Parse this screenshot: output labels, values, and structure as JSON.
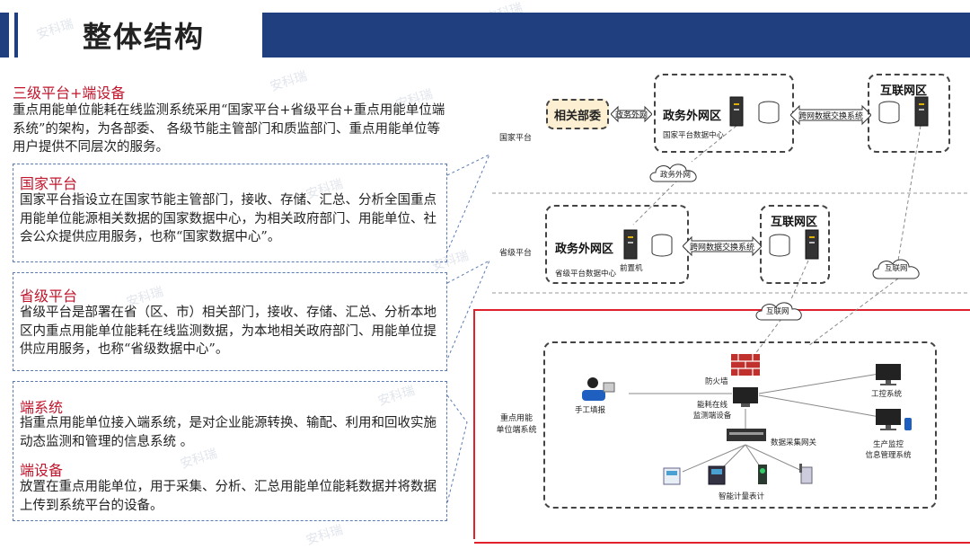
{
  "header": {
    "title": "整体结构"
  },
  "watermark": "安科瑞",
  "intro": {
    "title": "三级平台+端设备",
    "text": "重点用能单位能耗在线监测系统采用“国家平台+省级平台+重点用能单位端系统”的架构，为各部委、 各级节能主管部门和质监部门、重点用能单位等用户提供不同层次的服务。"
  },
  "national": {
    "title": "国家平台",
    "text": "国家平台指设立在国家节能主管部门，接收、存储、汇总、分析全国重点用能单位能源相关数据的国家数据中心，为相关政府部门、用能单位、社会公众提供应用服务，也称“国家数据中心”。"
  },
  "provincial": {
    "title": "省级平台",
    "text": "省级平台是部署在省（区、市）相关部门，接收、存储、汇总、分析本地区内重点用能单位能耗在线监测数据，为本地相关政府部门、用能单位提供应用服务，也称“省级数据中心”。"
  },
  "end_system": {
    "title": "端系统",
    "text": "指重点用能单位接入端系统，是对企业能源转换、输配、利用和回收实施动态监测和管理的信息系统 。"
  },
  "end_device": {
    "title": "端设备",
    "text": "放置在重点用能单位，用于采集、分析、汇总用能单位能耗数据并将数据上传到系统平台的设备。"
  },
  "diagram": {
    "levels": {
      "national": "国家平台",
      "provincial": "省级平台",
      "unit": "重点用能\n单位端系统"
    },
    "related_dept": "相关部委",
    "gov_net_link": "政务外网",
    "gov_zone": "政务外网区",
    "internet_zone": "互联网区",
    "national_dc": "国家平台数据中心",
    "provincial_dc": "省级平台数据中心",
    "front_machine": "前置机",
    "cross_exchange": "跨网数据交换系统",
    "cloud_gov": "政务外网",
    "cloud_internet": "互联网",
    "cloud_internet2": "互联网",
    "firewall": "防火墙",
    "manual": "手工填报",
    "monitor_device": "能耗在线\n监测端设备",
    "gateway": "数据采集网关",
    "industrial": "工控系统",
    "production": "生产监控\n信息管理系统",
    "meters": "智能计量表计"
  }
}
